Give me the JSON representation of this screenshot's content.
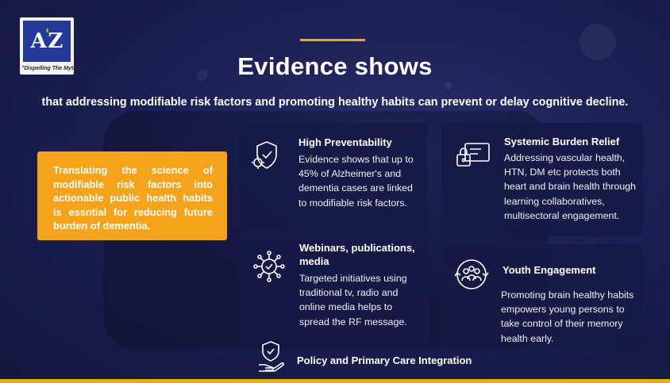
{
  "logo": {
    "letters_a": "A",
    "letters_z": "Z",
    "tagline": "\"Dispelling The Myths\""
  },
  "title": "Evidence shows",
  "subtitle": "that addressing modifiable risk factors and promoting healthy habits can prevent or delay cognitive decline.",
  "callout": "Translating the science of modifiable risk factors into actionable public health habits is essntial for reducing future burden of dementia.",
  "cards": [
    {
      "icon": "shield-gear-icon",
      "title": "High Preventability",
      "body": "Evidence shows that up to 45% of Alzheimer's and dementia cases are linked to modifiable risk factors."
    },
    {
      "icon": "id-card-lock-icon",
      "title": "Systemic Burden Relief",
      "body": "Addressing vascular health, HTN, DM etc protects both heart and brain health through learning collaboratives, multisectoral engagement."
    },
    {
      "icon": "virus-network-icon",
      "title": "Webinars, publications, media",
      "body": "Targeted initiatives using traditional tv, radio and online media helps to spread the RF message."
    },
    {
      "icon": "people-cycle-icon",
      "title": "Youth Engagement",
      "body": "Promoting brain healthy habits empowers young persons to take control of their memory health early."
    },
    {
      "icon": "hand-shield-icon",
      "title": "Policy and Primary Care Integration"
    }
  ],
  "colors": {
    "accent": "#f5a31a",
    "background": "#1b1f52",
    "card": "#161a46"
  }
}
